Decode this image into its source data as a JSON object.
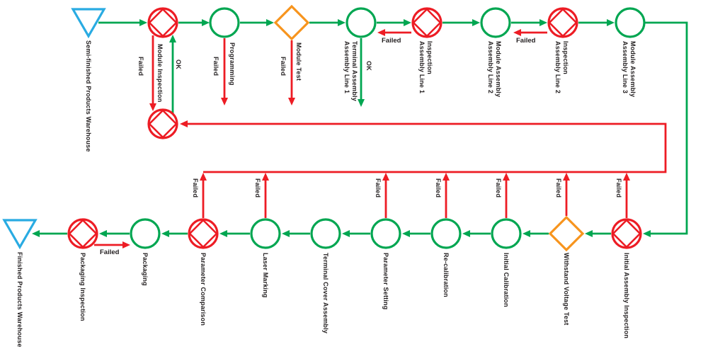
{
  "colors": {
    "flow_ok": "#00a651",
    "flow_failed": "#ed1c24",
    "test_node": "#f7941d",
    "warehouse_node": "#29abe2",
    "text": "#231f20",
    "background": "#ffffff"
  },
  "edge_labels": {
    "ok": "OK",
    "failed": "Failed"
  },
  "top_nodes": [
    {
      "name": "semi-finished-products-warehouse",
      "shape": "warehouse-triangle",
      "label": "Semi-finished Products Warehouse"
    },
    {
      "name": "module-inspection",
      "shape": "circle-diamond",
      "label": "Module Inspection"
    },
    {
      "name": "programming",
      "shape": "circle",
      "label": "Programming"
    },
    {
      "name": "module-test",
      "shape": "test-diamond",
      "label": "Module Test"
    },
    {
      "name": "assembly-line-1-terminal-assembly",
      "shape": "circle",
      "label": "Assembly Line 1\nTerminal Assembly"
    },
    {
      "name": "assembly-line-1-inspection",
      "shape": "circle-diamond",
      "label": "Assembly Line 1\nInspection"
    },
    {
      "name": "assembly-line-2-module-assembly",
      "shape": "circle",
      "label": "Assembly Line 2\nModule Assembly"
    },
    {
      "name": "assembly-line-2-inspection",
      "shape": "circle-diamond",
      "label": "Assembly Line 2\nInspection"
    },
    {
      "name": "assembly-line-3-module-assembly",
      "shape": "circle",
      "label": "Assembly Line 3\nModule Assembly"
    }
  ],
  "rework_node": {
    "name": "rework-inspection",
    "shape": "circle-diamond"
  },
  "bottom_nodes": [
    {
      "name": "initial-assembly-inspection",
      "shape": "circle-diamond",
      "label": "Initial Assembly Inspection"
    },
    {
      "name": "withstand-voltage-test",
      "shape": "test-diamond",
      "label": "Withstand Voltage Test"
    },
    {
      "name": "initial-calibration",
      "shape": "circle",
      "label": "Initial Calibration"
    },
    {
      "name": "re-calibration",
      "shape": "circle",
      "label": "Re-calibration"
    },
    {
      "name": "parameter-setting",
      "shape": "circle",
      "label": "Parameter Setting"
    },
    {
      "name": "terminal-cover-assembly",
      "shape": "circle",
      "label": "Terminal Cover Assembly"
    },
    {
      "name": "laser-marking",
      "shape": "circle",
      "label": "Laser Marking"
    },
    {
      "name": "parameter-comparison",
      "shape": "circle-diamond",
      "label": "Parameter Comparison"
    },
    {
      "name": "packaging",
      "shape": "circle",
      "label": "Packaging"
    },
    {
      "name": "packaging-inspection",
      "shape": "circle-diamond",
      "label": "Packaging Inspection"
    },
    {
      "name": "finished-products-warehouse",
      "shape": "warehouse-triangle",
      "label": "Finished Products Warehouse"
    }
  ],
  "edges": [
    {
      "from": "semi-finished-products-warehouse",
      "to": "module-inspection",
      "status": "ok"
    },
    {
      "from": "module-inspection",
      "to": "programming",
      "status": "ok"
    },
    {
      "from": "programming",
      "to": "module-test",
      "status": "ok"
    },
    {
      "from": "module-test",
      "to": "assembly-line-1-terminal-assembly",
      "status": "ok"
    },
    {
      "from": "assembly-line-1-terminal-assembly",
      "to": "assembly-line-1-inspection",
      "status": "ok"
    },
    {
      "from": "assembly-line-1-inspection",
      "to": "assembly-line-2-module-assembly",
      "status": "ok"
    },
    {
      "from": "assembly-line-2-module-assembly",
      "to": "assembly-line-2-inspection",
      "status": "ok"
    },
    {
      "from": "assembly-line-2-inspection",
      "to": "assembly-line-3-module-assembly",
      "status": "ok"
    },
    {
      "from": "assembly-line-3-module-assembly",
      "to": "initial-assembly-inspection",
      "status": "ok"
    },
    {
      "from": "module-inspection",
      "to": "rework-inspection",
      "status": "failed"
    },
    {
      "from": "rework-inspection",
      "to": "module-inspection",
      "status": "ok"
    },
    {
      "from": "programming",
      "status": "failed"
    },
    {
      "from": "module-test",
      "status": "failed"
    },
    {
      "from": "assembly-line-1-terminal-assembly",
      "status": "ok"
    },
    {
      "from": "assembly-line-1-inspection",
      "to": "assembly-line-1-terminal-assembly",
      "status": "failed"
    },
    {
      "from": "assembly-line-2-inspection",
      "to": "assembly-line-2-module-assembly",
      "status": "failed"
    },
    {
      "from": "initial-assembly-inspection",
      "to": "withstand-voltage-test",
      "status": "ok"
    },
    {
      "from": "withstand-voltage-test",
      "to": "initial-calibration",
      "status": "ok"
    },
    {
      "from": "initial-calibration",
      "to": "re-calibration",
      "status": "ok"
    },
    {
      "from": "re-calibration",
      "to": "parameter-setting",
      "status": "ok"
    },
    {
      "from": "parameter-setting",
      "to": "terminal-cover-assembly",
      "status": "ok"
    },
    {
      "from": "terminal-cover-assembly",
      "to": "laser-marking",
      "status": "ok"
    },
    {
      "from": "laser-marking",
      "to": "parameter-comparison",
      "status": "ok"
    },
    {
      "from": "parameter-comparison",
      "to": "packaging",
      "status": "ok"
    },
    {
      "from": "packaging",
      "to": "packaging-inspection",
      "status": "ok"
    },
    {
      "from": "packaging-inspection",
      "to": "finished-products-warehouse",
      "status": "ok"
    },
    {
      "from": "initial-assembly-inspection",
      "to": "rework-inspection",
      "status": "failed"
    },
    {
      "from": "withstand-voltage-test",
      "to": "rework-inspection",
      "status": "failed"
    },
    {
      "from": "initial-calibration",
      "to": "rework-inspection",
      "status": "failed"
    },
    {
      "from": "re-calibration",
      "to": "rework-inspection",
      "status": "failed"
    },
    {
      "from": "parameter-setting",
      "to": "rework-inspection",
      "status": "failed"
    },
    {
      "from": "laser-marking",
      "to": "rework-inspection",
      "status": "failed"
    },
    {
      "from": "parameter-comparison",
      "to": "rework-inspection",
      "status": "failed"
    },
    {
      "from": "packaging-inspection",
      "to": "packaging",
      "status": "failed"
    }
  ]
}
